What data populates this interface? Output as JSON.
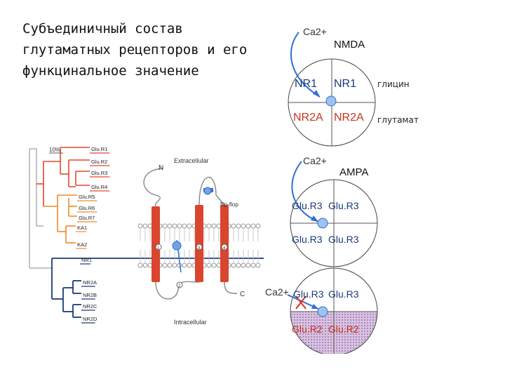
{
  "title": "Субъединичный состав глутаматных рецепторов и его функцинальное значение",
  "nmda": {
    "ion": "Ca2+",
    "name": "NMDA",
    "sub_top_left": "NR1",
    "sub_top_right": "NR1",
    "sub_bottom_left": "NR2A",
    "sub_bottom_right": "NR2A",
    "label_glycine": "глицин",
    "label_glutamate": "глутамат"
  },
  "ampa": {
    "ion_top": "Ca2+",
    "name": "AMPA",
    "c1_top_left": "Glu.R3",
    "c1_top_right": "Glu.R3",
    "c1_bottom_left": "Glu.R3",
    "c1_bottom_right": "Glu.R3",
    "ion_bottom": "Ca2+",
    "c2_top_left": "Glu.R3",
    "c2_top_right": "Glu.R3",
    "c2_bottom_left": "Glu.R2",
    "c2_bottom_right": "Glu.R2"
  },
  "tree": {
    "scale": "10%",
    "leaves": [
      "Glu.R1",
      "Glu.R2",
      "Glu.R3",
      "Glu.R4",
      "Glu.R5",
      "Glu.R6",
      "Glu.R7",
      "KA1",
      "KA2",
      "NR1",
      "NR2A",
      "NR2B",
      "NR2C",
      "NR2D"
    ],
    "extracellular": "Extracellular",
    "intracellular": "Intracellular",
    "n_term": "N",
    "c_term": "C",
    "flipflop": "flip-flop",
    "segments": [
      "1",
      "2",
      "3",
      "4"
    ]
  },
  "colors": {
    "red": "#e0492e",
    "orange": "#ef8a2a",
    "navy": "#1b3a7a",
    "blue": "#2f6fd6",
    "cross": "#e03020",
    "hatch": "#b98acb"
  }
}
